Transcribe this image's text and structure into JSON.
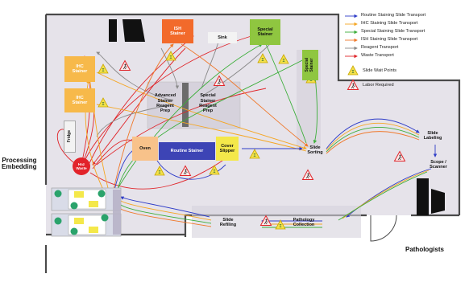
{
  "diagram": {
    "areas": {
      "processing_embedding": "Processing\nEmbedding",
      "pathologists": "Pathologists"
    },
    "stations": {
      "ish_stainer": "ISH\nStainer",
      "sink": "Sink",
      "special_stainer_top": "Special\nStainer",
      "special_stainer_right": "Special\nStainer",
      "ihc_stainer_1": "IHC\nStainer",
      "ihc_stainer_2": "IHC\nStainer",
      "advanced_stainer_reagent_prep": "Advanced\nStainer\nReagent\nPrep",
      "special_stainer_reagent_prep": "Special\nStainer\nReagent\nPrep",
      "fridge": "Fridge",
      "haz_waste": "Haz\nWaste",
      "oven": "Oven",
      "routine_stainer": "Routine Stainer",
      "cover_slipper": "Cover\nSlipper",
      "slide_sorting": "Slide\nSorting",
      "slide_labeling": "Slide\nLabeling",
      "scope_scanner": "Scope /\nScanner",
      "slide_refiling": "Slide\nRefiling",
      "pathology_collection": "Pathology\nCollection"
    },
    "legend": [
      {
        "label": "Routine Staining Slide Transport",
        "color": "#2e3cc8"
      },
      {
        "label": "IHC Staining Slide Transport",
        "color": "#f5a623"
      },
      {
        "label": "Special Staining Slide Transport",
        "color": "#3cae3a"
      },
      {
        "label": "ISH Staining Slide Transport",
        "color": "#f0782a"
      },
      {
        "label": "Reagent Transport",
        "color": "#8a8a8a"
      },
      {
        "label": "Waste Transport",
        "color": "#e0252a"
      }
    ],
    "symbol_legend": [
      {
        "label": "Slide Wait Points",
        "icon": "hourglass-triangle-icon"
      },
      {
        "label": "Labor Required",
        "icon": "worker-triangle-icon"
      }
    ],
    "colors": {
      "floor": "#e6e3ea",
      "ihc": "#f7b94a",
      "ish": "#f26a2b",
      "special": "#8fc640",
      "oven": "#f8c28a",
      "routine": "#3d44b5",
      "cover": "#f4e84a",
      "haz": "#e2232a",
      "wall": "#4a4a4a"
    }
  }
}
